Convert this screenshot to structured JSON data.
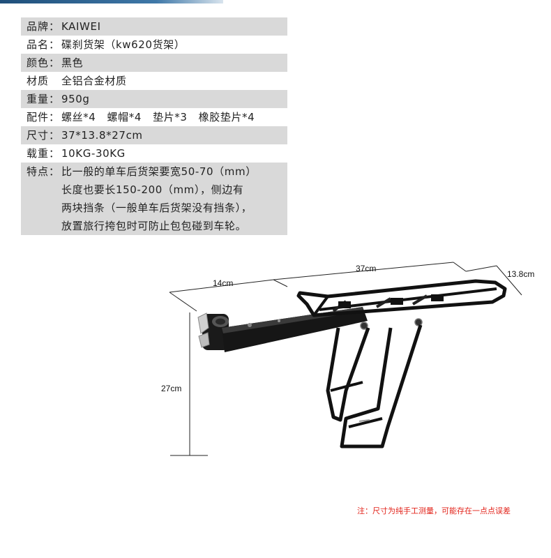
{
  "specs": [
    {
      "label": "品牌：",
      "value": "KAIWEI"
    },
    {
      "label": "品名：",
      "value": "碟刹货架（kw620货架）"
    },
    {
      "label": "颜色：",
      "value": "黑色"
    },
    {
      "label": "材质",
      "value": "全铝合金材质"
    },
    {
      "label": "重量：",
      "value": "950g"
    },
    {
      "label": "配件：",
      "value": "螺丝*4   螺帽*4   垫片*3   橡胶垫片*4"
    },
    {
      "label": "尺寸：",
      "value": "37*13.8*27cm"
    },
    {
      "label": "载重：",
      "value": "10KG-30KG"
    }
  ],
  "feature": {
    "label": "特点：",
    "lines": [
      "比一般的单车后货架要宽50-70（mm）",
      "长度也要长150-200（mm），侧边有",
      "两块挡条（一般单车后货架没有挡条），",
      "放置旅行挎包时可防止包包碰到车轮。"
    ]
  },
  "dimensions": {
    "length": "37cm",
    "front": "14cm",
    "width": "13.8cm",
    "height": "27cm"
  },
  "note": "注：尺寸为纯手工测量，可能存在一点点误差",
  "colors": {
    "note": "#e2231a",
    "row_shade": "#d9d9d9",
    "rack": "#111111"
  }
}
